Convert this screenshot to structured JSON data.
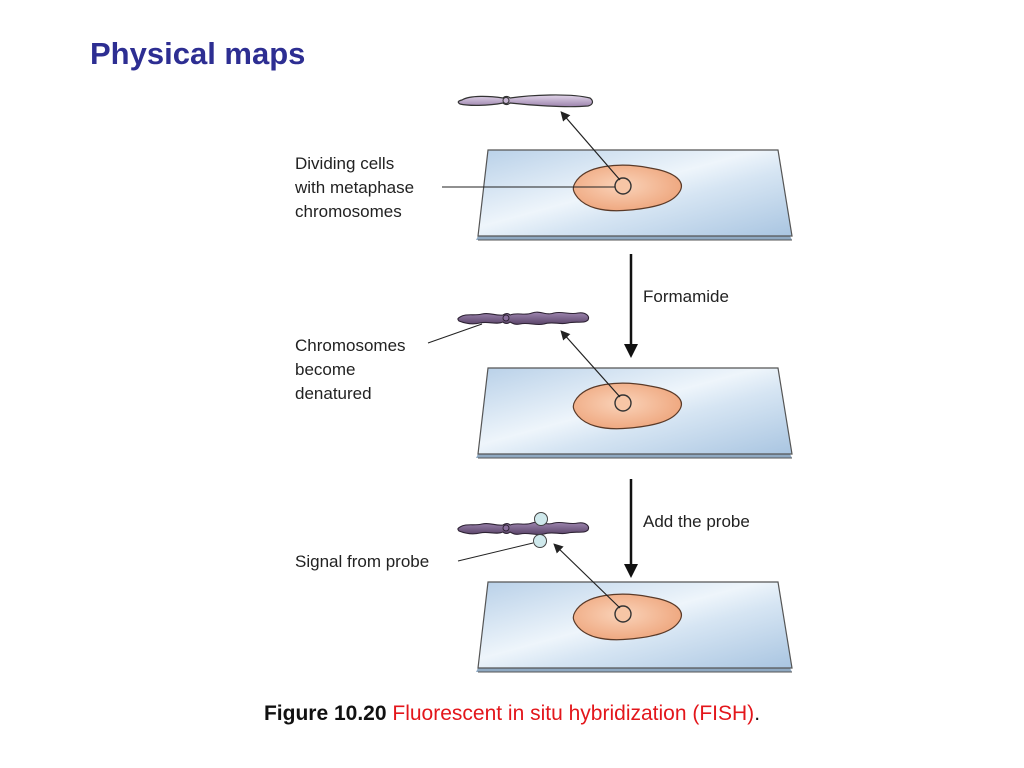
{
  "page": {
    "title": "Physical maps"
  },
  "diagram": {
    "label_dividing_line1": "Dividing cells",
    "label_dividing_line2": "with metaphase",
    "label_dividing_line3": "chromosomes",
    "label_formamide": "Formamide",
    "label_denatured_line1": "Chromosomes",
    "label_denatured_line2": "become",
    "label_denatured_line3": "denatured",
    "label_add_probe": "Add the probe",
    "label_signal": "Signal from probe"
  },
  "caption": {
    "figure_number": "Figure 10.20",
    "description": "Fluorescent in situ hybridization (FISH)",
    "end": "."
  },
  "colors": {
    "title": "#2d2e92",
    "caption_description": "#e3161b",
    "slide": "#c9dcee",
    "cell": "#f2b48f",
    "chromosome": "#b9a4c4",
    "probe": "#cfe9ec"
  }
}
